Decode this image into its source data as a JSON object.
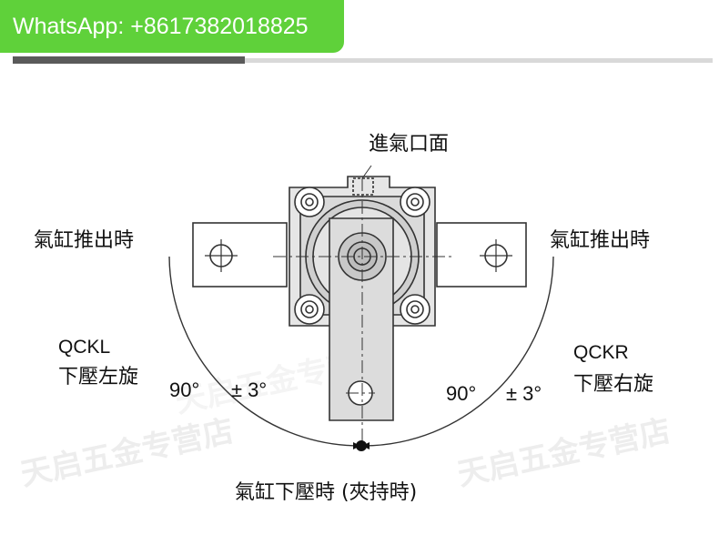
{
  "contact_badge": {
    "text": "WhatsApp: +8617382018825",
    "color": "#5fd13a"
  },
  "watermark": {
    "text": "天启五金专营店"
  },
  "diagram": {
    "inlet_face": "進氣口面",
    "extend_left": "氣缸推出時",
    "extend_right": "氣缸推出時",
    "left_model": "QCKL",
    "left_desc": "下壓左旋",
    "right_model": "QCKR",
    "right_desc": "下壓右旋",
    "left_angle": "90°",
    "left_tol": "± 3°",
    "right_angle": "90°",
    "right_tol": "± 3°",
    "bottom": "氣缸下壓時 (夾持時)"
  }
}
